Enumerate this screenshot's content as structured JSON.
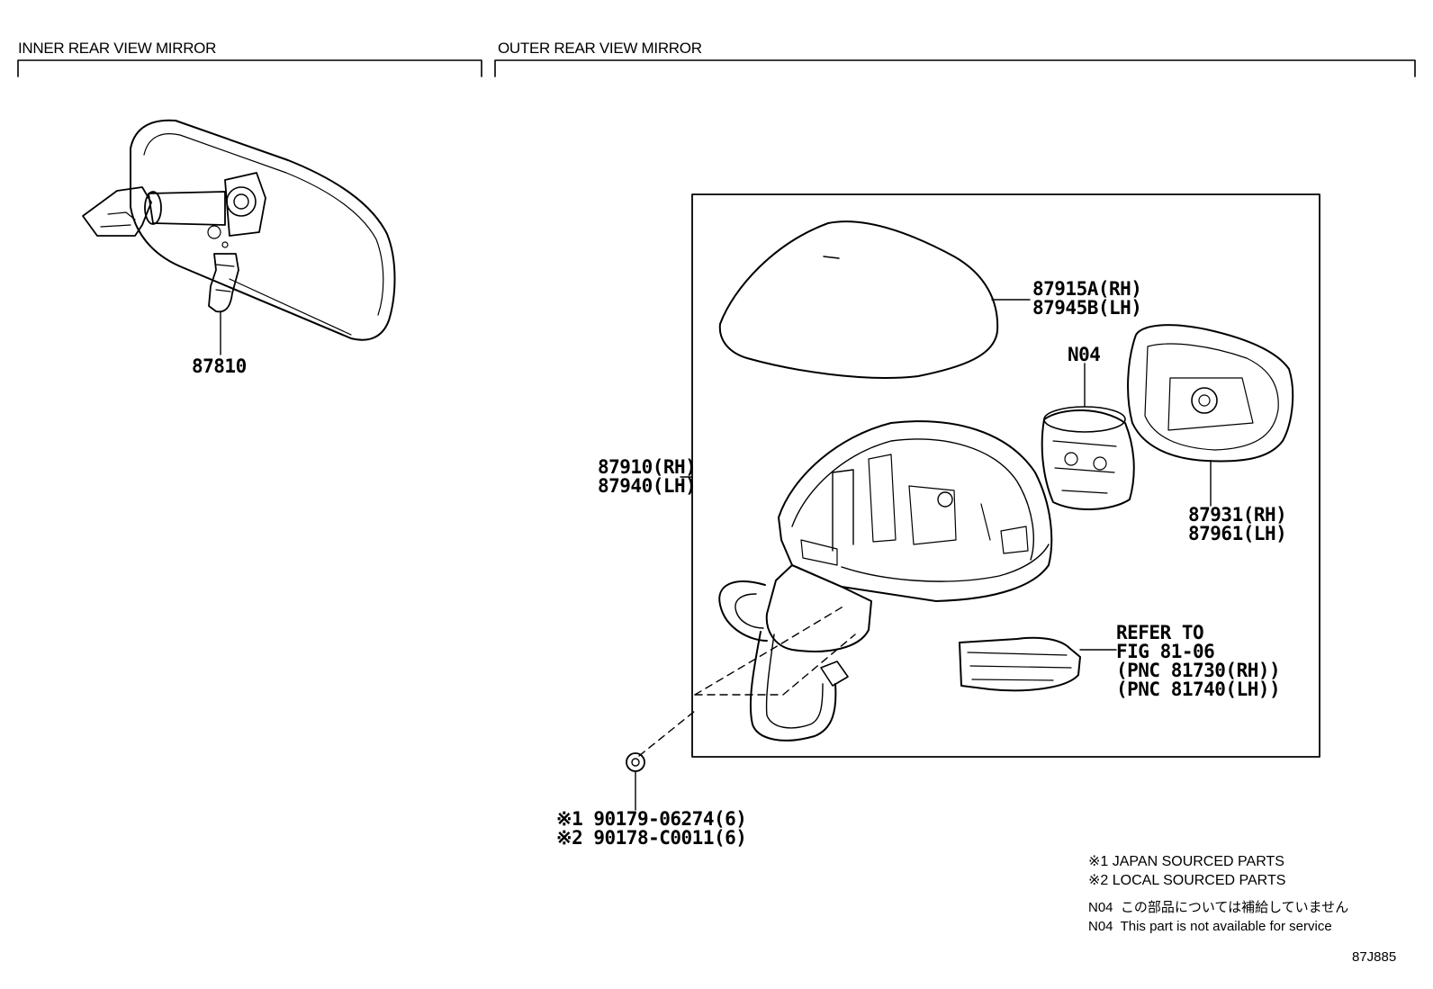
{
  "sections": {
    "inner_title": "INNER REAR VIEW MIRROR",
    "outer_title": "OUTER REAR VIEW MIRROR"
  },
  "parts": {
    "inner_mirror": "87810",
    "cover_rh": "87915A(RH)",
    "cover_lh": "87945B(LH)",
    "sub_assy_rh": "87910(RH)",
    "sub_assy_lh": "87940(LH)",
    "actuator": "N04",
    "mirror_rh": "87931(RH)",
    "mirror_lh": "87961(LH)",
    "refer_line1": "REFER TO",
    "refer_line2": "FIG 81-06",
    "refer_line3": "(PNC 81730(RH))",
    "refer_line4": "(PNC 81740(LH))",
    "screw_1": "※1 90179-06274(6)",
    "screw_2": "※2 90178-C0011(6)"
  },
  "legend": {
    "note1": "※1 JAPAN SOURCED PARTS",
    "note2": "※2 LOCAL SOURCED PARTS",
    "n04_jp": "N04  この部品については補給していません",
    "n04_en": "N04  This part is not available for service"
  },
  "figure_id": "87J885"
}
